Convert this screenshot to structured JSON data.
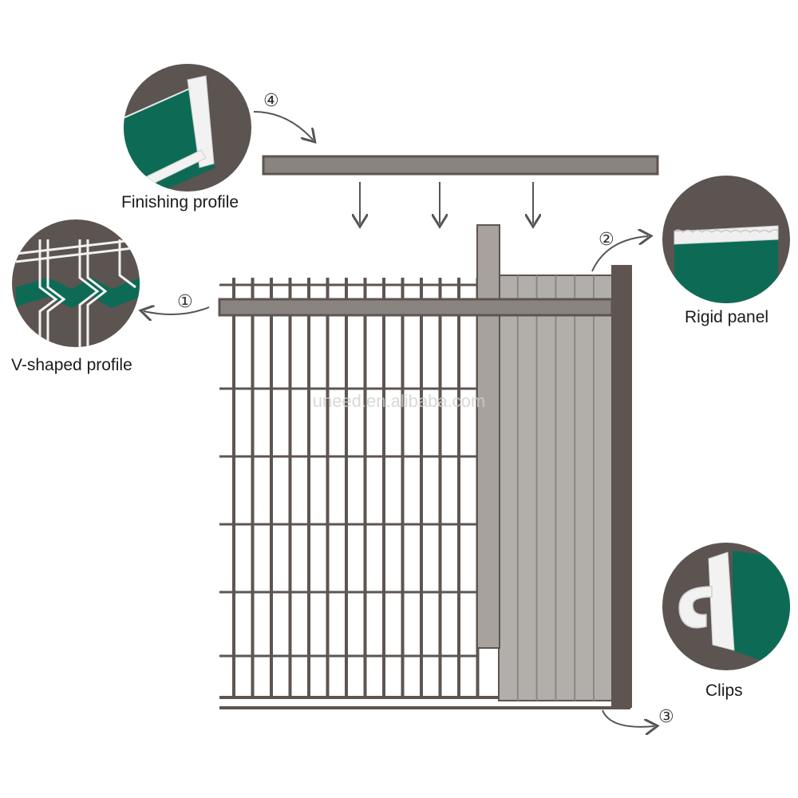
{
  "callouts": {
    "finishing": {
      "number": "④",
      "label": "Finishing profile"
    },
    "rigid": {
      "number": "②",
      "label": "Rigid panel"
    },
    "vshaped": {
      "number": "①",
      "label": "V-shaped profile"
    },
    "clips": {
      "number": "③",
      "label": "Clips"
    }
  },
  "watermark": "uneed.en.alibaba.com",
  "colors": {
    "frame": "#5e5551",
    "panel_gray": "#a7a29e",
    "slat_gray": "#b2aeaa",
    "accent_green": "#0d6b55",
    "circle_bg": "#5b5450"
  }
}
